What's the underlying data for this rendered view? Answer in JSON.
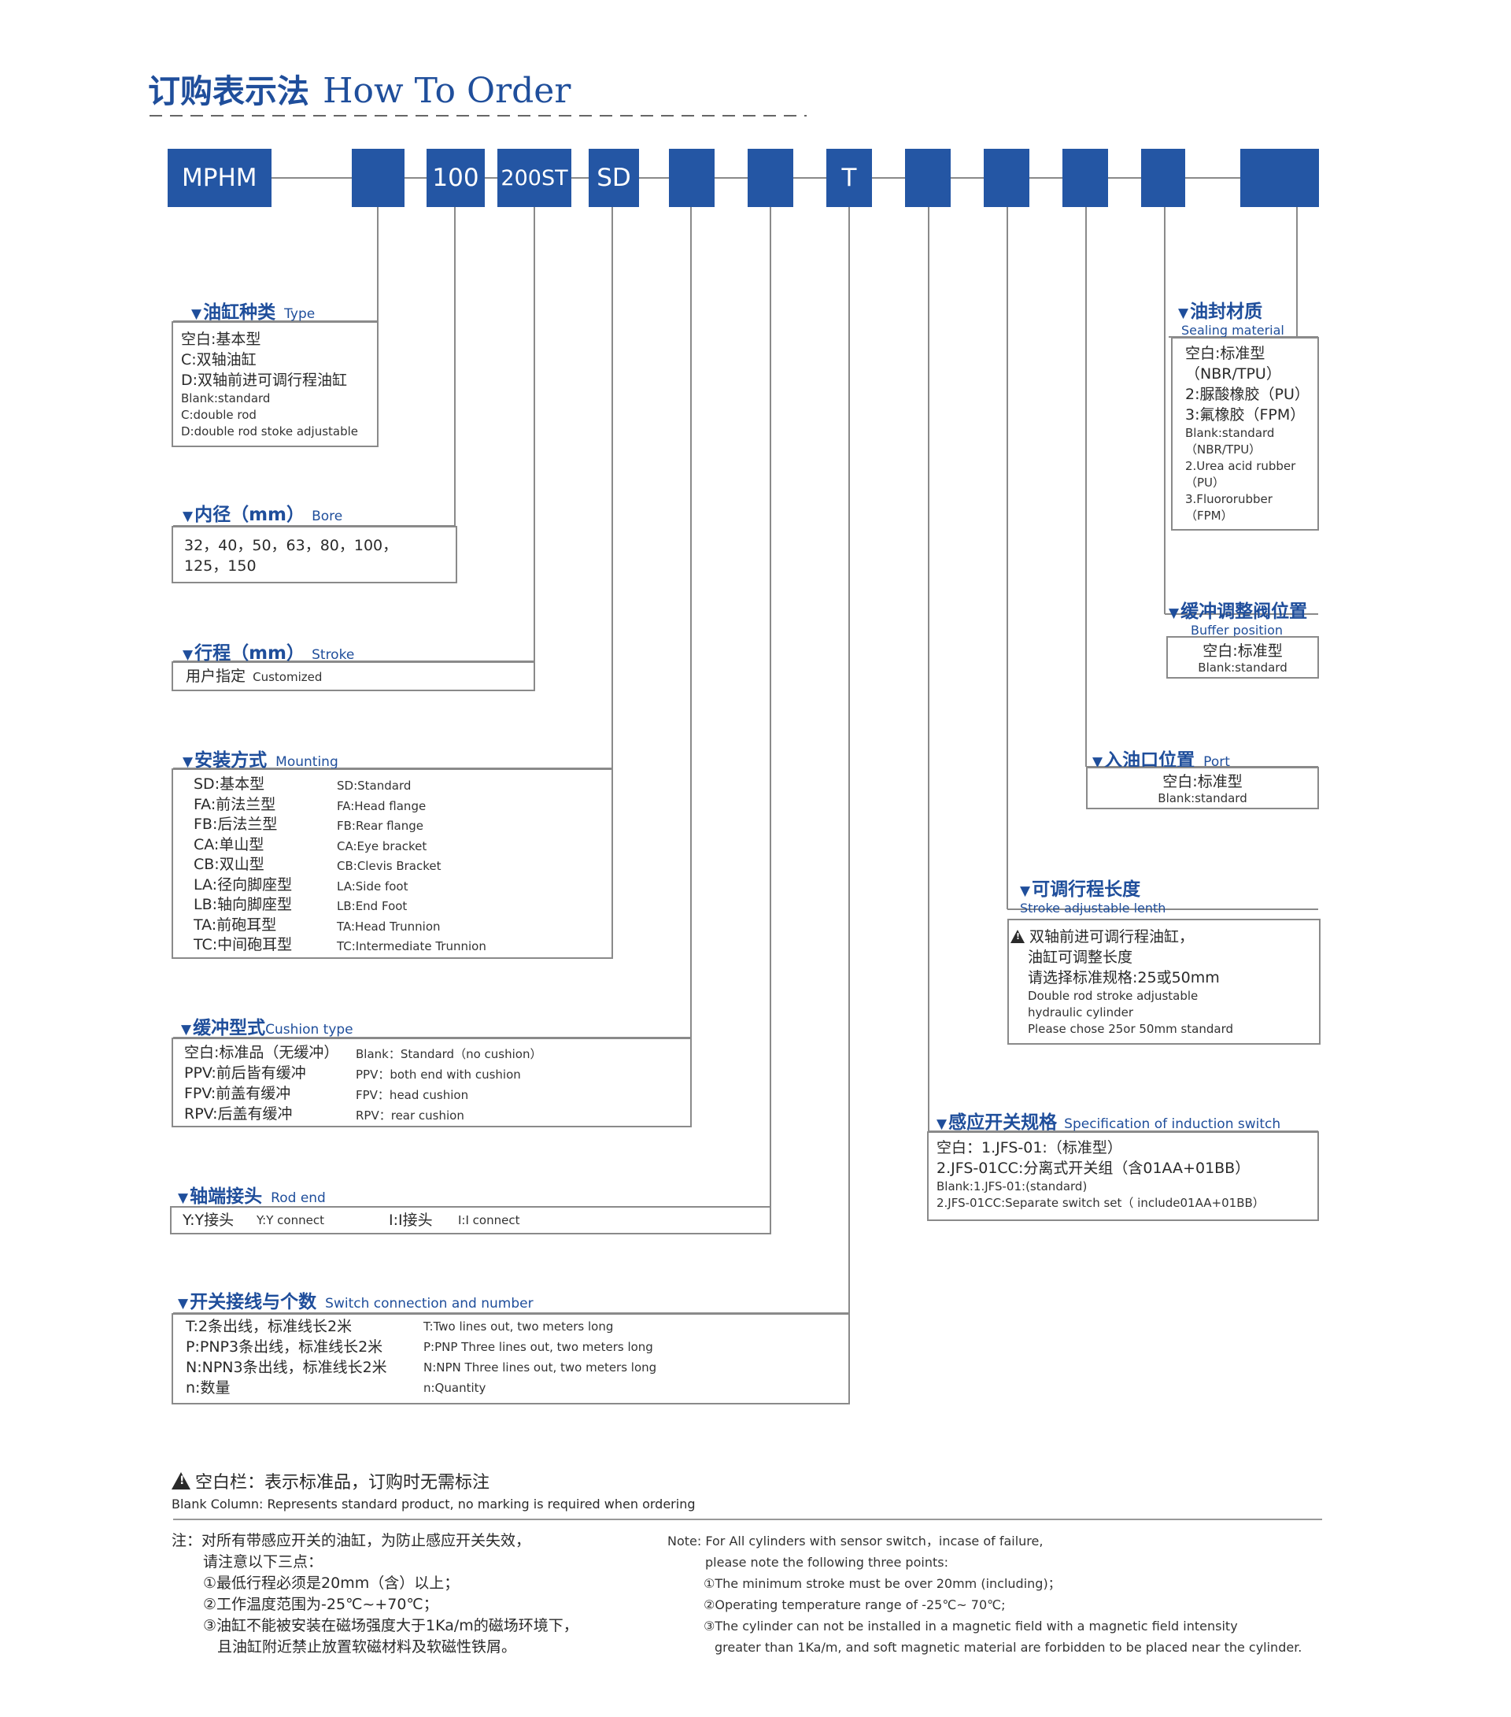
{
  "title": {
    "cn": "订购表示法",
    "en": "How To Order"
  },
  "code_boxes": [
    "MPHM",
    "",
    "100",
    "200ST",
    "SD",
    "",
    "",
    "T",
    "",
    "",
    "",
    "",
    ""
  ],
  "type": {
    "head_cn": "油缸种类",
    "head_en": "Type",
    "lines_cn": [
      "空白:基本型",
      "C:双轴油缸",
      "D:双轴前进可调行程油缸"
    ],
    "lines_en": [
      "Blank:standard",
      "C:double rod",
      "D:double rod stoke adjustable"
    ]
  },
  "bore": {
    "head_cn": "内径（mm）",
    "head_en": "Bore",
    "lines": [
      "32，40，50，63，80，100，",
      "125，150"
    ]
  },
  "stroke": {
    "head_cn": "行程（mm）",
    "head_en": "Stroke",
    "text_cn": "用户指定",
    "text_en": "Customized"
  },
  "mounting": {
    "head_cn": "安装方式",
    "head_en": "Mounting",
    "left": [
      "SD:基本型",
      "FA:前法兰型",
      "FB:后法兰型",
      "CA:单山型",
      "CB:双山型",
      "LA:径向脚座型",
      "LB:轴向脚座型",
      "TA:前砲耳型",
      "TC:中间砲耳型"
    ],
    "right": [
      "SD:Standard",
      "FA:Head flange",
      "FB:Rear flange",
      "CA:Eye bracket",
      "CB:Clevis Bracket",
      "LA:Side foot",
      "LB:End Foot",
      "TA:Head Trunnion",
      "TC:Intermediate Trunnion"
    ]
  },
  "cushion": {
    "head_cn": "缓冲型式",
    "head_en": "Cushion type",
    "left": [
      "空白:标准品（无缓冲）",
      "PPV:前后皆有缓冲",
      "FPV:前盖有缓冲",
      "RPV:后盖有缓冲"
    ],
    "right": [
      "Blank：Standard（no cushion）",
      "PPV：both end with cushion",
      "FPV：head cushion",
      "RPV：rear cushion"
    ]
  },
  "rod_end": {
    "head_cn": "轴端接头",
    "head_en": "Rod end",
    "items": [
      "Y:Y接头",
      "Y:Y connect",
      "I:I接头",
      "I:I connect"
    ]
  },
  "switch_conn": {
    "head_cn": "开关接线与个数",
    "head_en": "Switch connection and number",
    "left": [
      "T:2条出线，标准线长2米",
      "P:PNP3条出线，标准线长2米",
      "N:NPN3条出线，标准线长2米",
      "n:数量"
    ],
    "right": [
      "T:Two lines out, two meters long",
      "P:PNP Three lines out, two meters long",
      "N:NPN Three lines out, two meters long",
      "n:Quantity"
    ]
  },
  "sealing": {
    "head_cn": "油封材质",
    "head_en": "Sealing material",
    "lines_cn": [
      "空白:标准型",
      "（NBR/TPU）",
      "2:脲酸橡胶（PU）",
      "3:氟橡胶（FPM）"
    ],
    "lines_en": [
      "Blank:standard",
      "（NBR/TPU）",
      "2.Urea acid rubber",
      "（PU）",
      "3.Fluororubber",
      "（FPM）"
    ]
  },
  "buffer": {
    "head_cn": "缓冲调整阀位置",
    "head_en": "Buffer position",
    "text_cn": "空白:标准型",
    "text_en": "Blank:standard"
  },
  "port": {
    "head_cn": "入油口位置",
    "head_en": "Port",
    "text_cn": "空白:标准型",
    "text_en": "Blank:standard"
  },
  "stroke_adj": {
    "head_cn": "可调行程长度",
    "head_en": "Stroke adjustable lenth",
    "lines_cn": [
      "双轴前进可调行程油缸，",
      "油缸可调整长度",
      "请选择标准规格:25或50mm"
    ],
    "lines_en": [
      "Double rod stroke adjustable",
      "hydraulic cylinder",
      "Please chose 25or 50mm standard"
    ]
  },
  "sensor": {
    "head_cn": "感应开关规格",
    "head_en": "Specification of induction switch",
    "lines_cn": [
      "空白：1.JFS-01:（标准型）",
      "2.JFS-01CC:分离式开关组（含01AA+01BB）"
    ],
    "lines_en": [
      "Blank:1.JFS-01:(standard)",
      "2.JFS-01CC:Separate switch set（ include01AA+01BB）"
    ]
  },
  "blank_note": {
    "cn": "空白栏：表示标准品，订购时无需标注",
    "en": "Blank Column: Represents standard product, no marking is required when ordering"
  },
  "notes_cn": [
    "注：对所有带感应开关的油缸，为防止感应开关失效，",
    "请注意以下三点：",
    "①最低行程必须是20mm（含）以上；",
    "②工作温度范围为-25℃~+70℃；",
    "③油缸不能被安装在磁场强度大于1Ka/m的磁场环境下，",
    "且油缸附近禁止放置软磁材料及软磁性铁屑。"
  ],
  "notes_en": [
    "Note: For All cylinders with sensor switch，incase of failure,",
    "please note the following three points:",
    "①The minimum stroke must be over 20mm (including)；",
    "②Operating temperature range of -25℃~ 70℃;",
    "③The cylinder can not be installed in a magnetic field with a magnetic field intensity",
    "greater than 1Ka/m, and soft magnetic material are forbidden to be placed near the cylinder."
  ]
}
